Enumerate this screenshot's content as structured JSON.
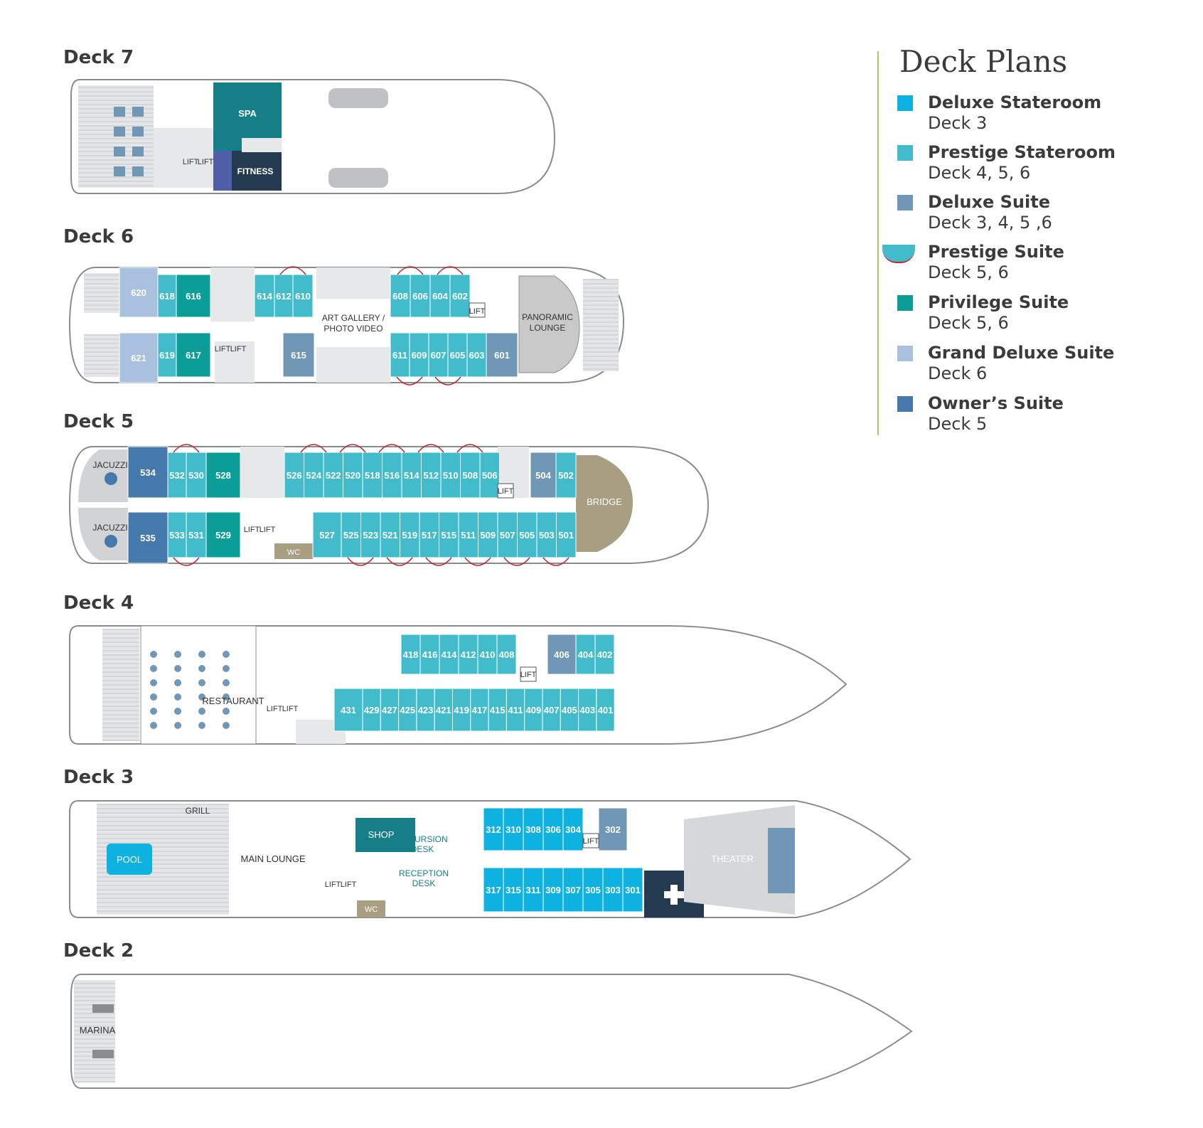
{
  "legend": {
    "title": "Deck Plans",
    "items": [
      {
        "name": "Deluxe Stateroom",
        "decks": "Deck 3",
        "color": "#0db2e0"
      },
      {
        "name": "Prestige Stateroom",
        "decks": "Deck 4, 5, 6",
        "color": "#42bccb"
      },
      {
        "name": "Deluxe Suite",
        "decks": "Deck 3, 4, 5 ,6",
        "color": "#7097b6"
      },
      {
        "name": "Prestige Suite",
        "decks": "Deck 5, 6",
        "color": "#42bccb"
      },
      {
        "name": "Privilege Suite",
        "decks": "Deck 5, 6",
        "color": "#0b9e98"
      },
      {
        "name": "Grand Deluxe Suite",
        "decks": "Deck 6",
        "color": "#a9c0de"
      },
      {
        "name": "Owner’s Suite",
        "decks": "Deck 5",
        "color": "#4679ab"
      }
    ]
  },
  "decks": {
    "deck7": {
      "label": "Deck 7",
      "spa": "SPA",
      "fitness": "FITNESS",
      "lift": "LIFT"
    },
    "deck6": {
      "label": "Deck 6",
      "upper_cabins": [
        "618",
        "616",
        "614",
        "612",
        "610",
        "608",
        "606",
        "604",
        "602"
      ],
      "lower_cabins": [
        "619",
        "617",
        "611",
        "609",
        "607",
        "605",
        "603",
        "601"
      ],
      "grand_upper": "620",
      "grand_lower": "621",
      "deluxe_suite": "615",
      "art_gallery_1": "ART GALLERY /",
      "art_gallery_2": "PHOTO VIDEO",
      "lounge_1": "PANORAMIC",
      "lounge_2": "LOUNGE",
      "lift": "LIFT"
    },
    "deck5": {
      "label": "Deck 5",
      "upper_cabins": [
        "532",
        "530",
        "528",
        "526",
        "524",
        "522",
        "520",
        "518",
        "516",
        "514",
        "512",
        "510",
        "508",
        "506",
        "504",
        "502"
      ],
      "lower_cabins": [
        "533",
        "531",
        "529",
        "527",
        "525",
        "523",
        "521",
        "519",
        "517",
        "515",
        "511",
        "509",
        "507",
        "505",
        "503",
        "501"
      ],
      "owner_upper": "534",
      "owner_lower": "535",
      "jacuzzi": "JACUZZI",
      "bridge": "BRIDGE",
      "wc": "WC",
      "lift": "LIFT"
    },
    "deck4": {
      "label": "Deck 4",
      "upper_cabins": [
        "418",
        "416",
        "414",
        "412",
        "410",
        "408",
        "406",
        "404",
        "402"
      ],
      "lower_cabins": [
        "431",
        "429",
        "427",
        "425",
        "423",
        "421",
        "419",
        "417",
        "415",
        "411",
        "409",
        "407",
        "405",
        "403",
        "401"
      ],
      "restaurant": "RESTAURANT",
      "lift": "LIFT"
    },
    "deck3": {
      "label": "Deck 3",
      "upper_cabins": [
        "312",
        "310",
        "308",
        "306",
        "304",
        "302"
      ],
      "lower_cabins": [
        "317",
        "315",
        "311",
        "309",
        "307",
        "305",
        "303",
        "301"
      ],
      "pool": "POOL",
      "grill": "GRILL",
      "main_lounge": "MAIN LOUNGE",
      "shop": "SHOP",
      "excursion_1": "EXCURSION",
      "excursion_2": "DESK",
      "reception_1": "RECEPTION",
      "reception_2": "DESK",
      "theater": "THEATER",
      "wc": "WC",
      "lift": "LIFT"
    },
    "deck2": {
      "label": "Deck 2",
      "marina": "MARINA"
    }
  }
}
